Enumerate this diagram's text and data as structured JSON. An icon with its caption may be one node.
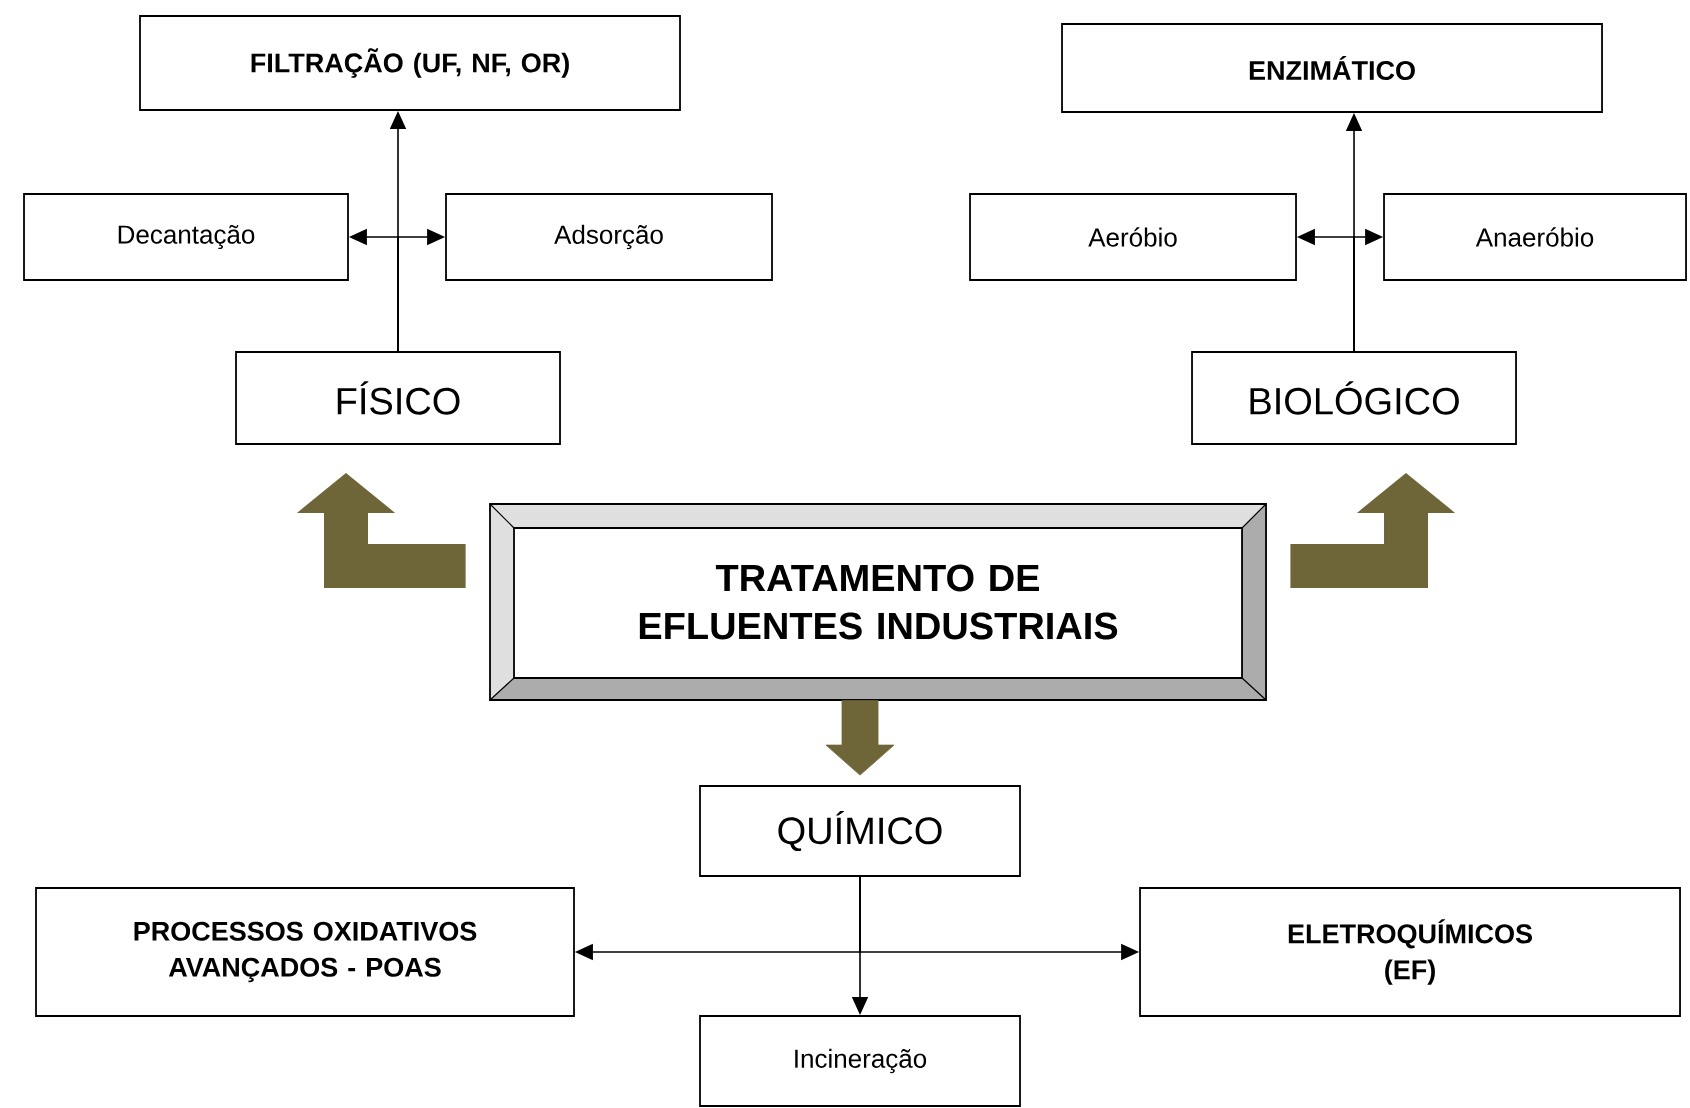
{
  "diagram": {
    "nodes": [
      {
        "text": [
          "FILTRAÇÃO (UF, NF, OR)"
        ]
      },
      {
        "text": [
          "Decantação"
        ]
      },
      {
        "text": [
          "Adsorção"
        ]
      },
      {
        "text": [
          "FÍSICO"
        ]
      },
      {
        "text": [
          "ENZIMÁTICO"
        ]
      },
      {
        "text": [
          "Aeróbio"
        ]
      },
      {
        "text": [
          "Anaeróbio"
        ]
      },
      {
        "text": [
          "BIOLÓGICO"
        ]
      },
      {
        "text": [
          "TRATAMENTO DE EFLUENTES INDUSTRIAIS"
        ]
      },
      {
        "text": [
          "QUÍMICO"
        ]
      },
      {
        "text": [
          "PROCESSOS OXIDATIVOS AVANÇADOS - POAS"
        ]
      },
      {
        "text": [
          "ELETROQUÍMICOS (EF)"
        ]
      },
      {
        "text": [
          "Incineração"
        ]
      }
    ],
    "edges": [
      {
        "from": 3,
        "to": 0,
        "arrow": "to"
      },
      {
        "from": 3,
        "to": 1,
        "arrow": "to"
      },
      {
        "from": 3,
        "to": 2,
        "arrow": "to"
      },
      {
        "from": 7,
        "to": 4,
        "arrow": "to"
      },
      {
        "from": 7,
        "to": 5,
        "arrow": "to"
      },
      {
        "from": 7,
        "to": 6,
        "arrow": "to"
      },
      {
        "from": 8,
        "to": 3,
        "arrow": "to",
        "style": "thick",
        "color": "#6e6638"
      },
      {
        "from": 8,
        "to": 7,
        "arrow": "to",
        "style": "thick",
        "color": "#6e6638"
      },
      {
        "from": 8,
        "to": 9,
        "arrow": "to",
        "style": "thick",
        "color": "#6e6638"
      },
      {
        "from": 9,
        "to": 10,
        "arrow": "to"
      },
      {
        "from": 9,
        "to": 11,
        "arrow": "to"
      },
      {
        "from": 9,
        "to": 12,
        "arrow": "to"
      }
    ]
  }
}
